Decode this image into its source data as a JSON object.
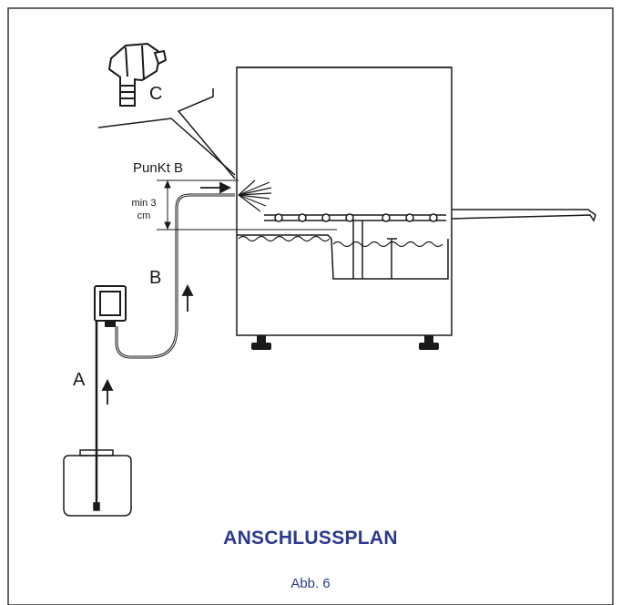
{
  "labels": {
    "c": "C",
    "punkt_b": "PunKt B",
    "min_line1": "min 3",
    "min_line2": "cm",
    "b": "B",
    "a": "A"
  },
  "title": "ANSCHLUSSPLAN",
  "caption": "Abb. 6",
  "colors": {
    "title": "#2b3a8c",
    "lines": "#1a1a1a",
    "frame": "#333333"
  }
}
